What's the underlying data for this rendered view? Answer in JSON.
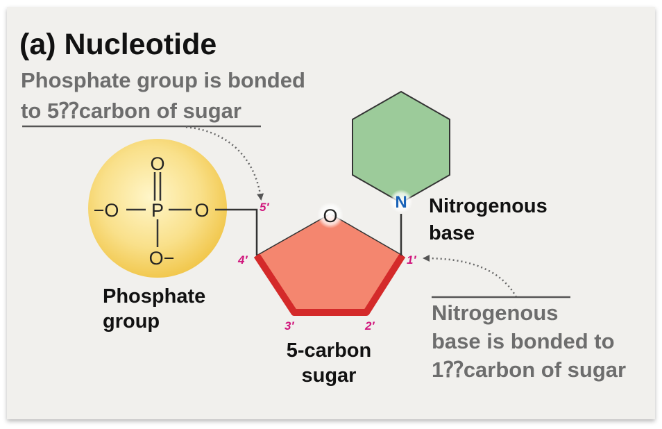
{
  "title": "(a) Nucleotide",
  "phosphate_note": {
    "line1": "Phosphate group is bonded",
    "line2": "to 5⁇carbon of sugar"
  },
  "base_note": {
    "line1": "Nitrogenous",
    "line2": "base is bonded to",
    "line3": "1⁇carbon of sugar"
  },
  "phosphate": {
    "atoms": {
      "top_o": "O",
      "left_o": "−O",
      "p": "P",
      "right_o": "O",
      "bottom_o": "O−"
    },
    "label_line1": "Phosphate",
    "label_line2": "group",
    "color": "#f6d35f"
  },
  "sugar": {
    "ring_o": "O",
    "carbons": {
      "c1": "1′",
      "c2": "2′",
      "c3": "3′",
      "c4": "4′",
      "c5": "5′"
    },
    "label_line1": "5-carbon",
    "label_line2": "sugar",
    "color": "#f4866f",
    "edge_color": "#d42a2a"
  },
  "base": {
    "n_atom": "N",
    "label_line1": "Nitrogenous",
    "label_line2": "base",
    "color": "#9ccb9a"
  },
  "colors": {
    "background": "#f1f0ed",
    "note_text": "#6d6d6d",
    "carbon_numbers": "#d0167c",
    "nitrogen": "#1a63b8"
  }
}
